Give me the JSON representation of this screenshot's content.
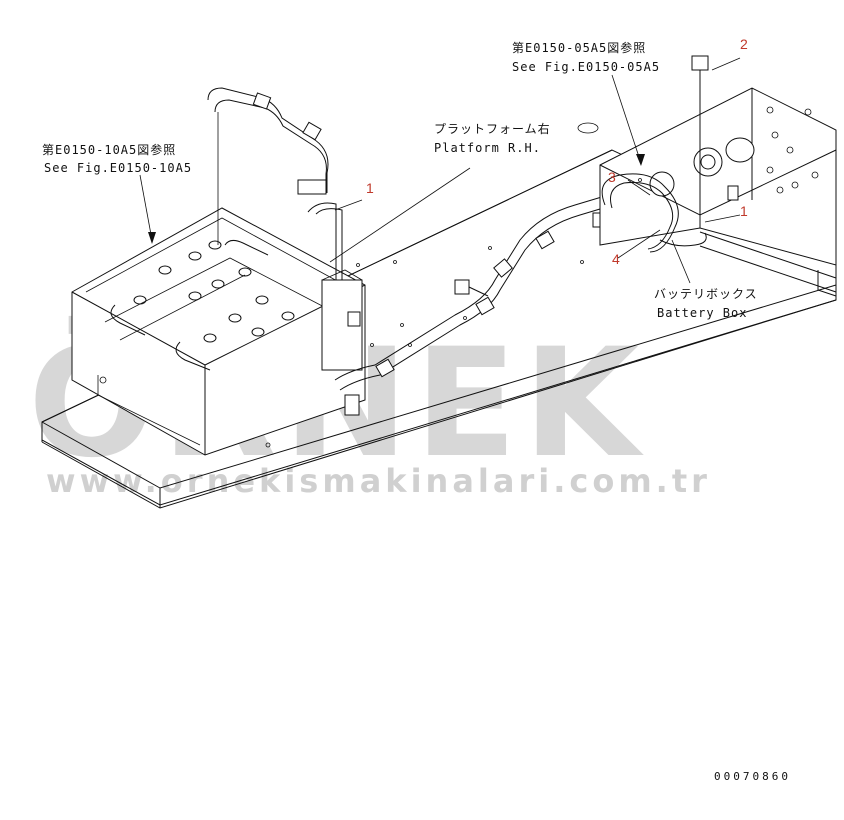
{
  "references": {
    "battery_box_ref_jp": "第E0150-10A5図参照",
    "battery_box_ref_en": "See Fig.E0150-10A5",
    "relay_ref_jp": "第E0150-05A5図参照",
    "relay_ref_en": "See Fig.E0150-05A5"
  },
  "labels": {
    "platform_jp": "プラットフォーム右",
    "platform_en": "Platform R.H.",
    "battery_box_jp": "バッテリボックス",
    "battery_box_en": "Battery Box"
  },
  "callouts": {
    "part_1a": "1",
    "part_1b": "1",
    "part_2": "2",
    "part_3": "3",
    "part_4": "4"
  },
  "watermark": {
    "brand": "ÖRNEK",
    "url": "www.ornekismakinalari.com.tr"
  },
  "drawing_code": "00070860",
  "colors": {
    "callout": "#c0392b",
    "watermark": "#b8b8b8",
    "watermark_accent": "#f2d24b"
  }
}
